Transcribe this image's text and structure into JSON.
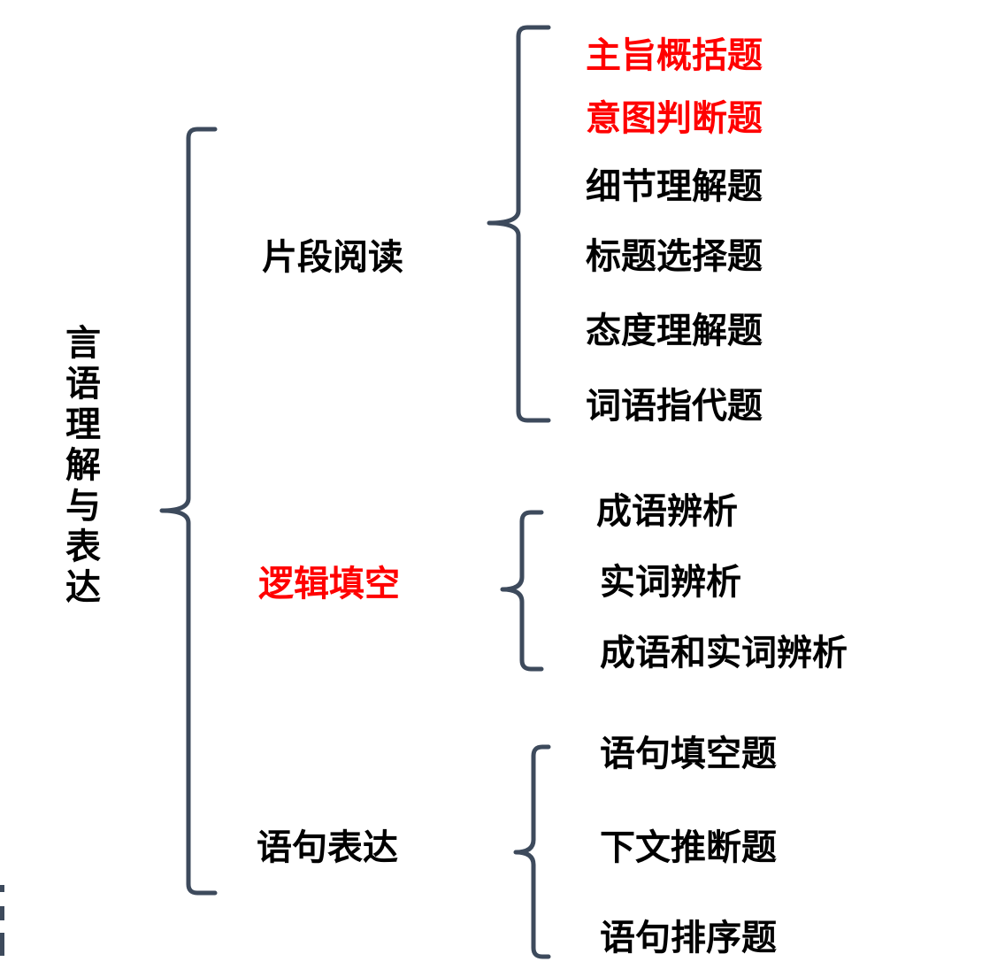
{
  "root": {
    "label": "言语理解与表达"
  },
  "categories": [
    {
      "label": "片段阅读",
      "highlight": false,
      "items": [
        {
          "label": "主旨概括题",
          "highlight": true
        },
        {
          "label": "意图判断题",
          "highlight": true
        },
        {
          "label": "细节理解题",
          "highlight": false
        },
        {
          "label": "标题选择题",
          "highlight": false
        },
        {
          "label": "态度理解题",
          "highlight": false
        },
        {
          "label": "词语指代题",
          "highlight": false
        }
      ]
    },
    {
      "label": "逻辑填空",
      "highlight": true,
      "items": [
        {
          "label": "成语辨析",
          "highlight": false
        },
        {
          "label": "实词辨析",
          "highlight": false
        },
        {
          "label": "成语和实词辨析",
          "highlight": false
        }
      ]
    },
    {
      "label": "语句表达",
      "highlight": false,
      "items": [
        {
          "label": "语句填空题",
          "highlight": false
        },
        {
          "label": "下文推断题",
          "highlight": false
        },
        {
          "label": "语句排序题",
          "highlight": false
        }
      ]
    }
  ],
  "colors": {
    "text": "#000000",
    "highlight": "#ff0000",
    "brace": "#3d4a5c",
    "background": "#ffffff"
  }
}
